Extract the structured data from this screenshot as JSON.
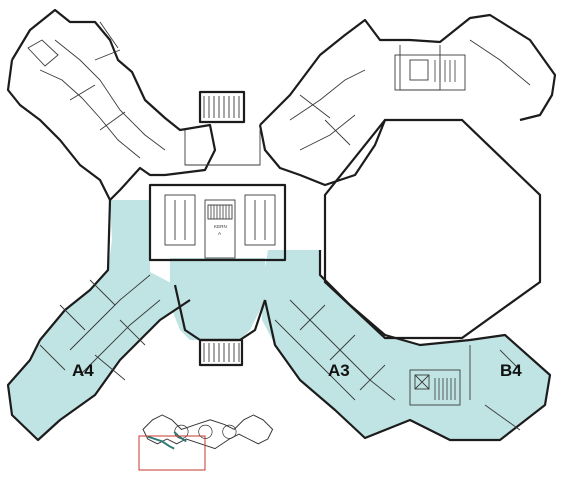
{
  "zones": [
    {
      "label": "A4"
    },
    {
      "label": "A3"
    },
    {
      "label": "B4"
    }
  ],
  "core": {
    "line1": "KERN",
    "line2": "A"
  },
  "colors": {
    "leased_area": "#bfe4e3",
    "walls": "#1c1c1c",
    "keymap_frame": "#c0392b"
  },
  "icons": {
    "stairs": "stair-icon",
    "elevator": "elevator-icon",
    "north_arrow": "none"
  }
}
